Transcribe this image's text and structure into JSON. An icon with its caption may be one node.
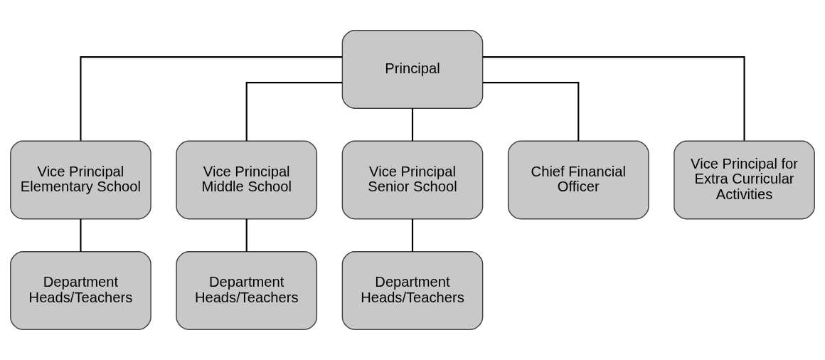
{
  "diagram": {
    "nodes": [
      {
        "text": [
          "Principal"
        ]
      },
      {
        "text": [
          "Vice Principal Elementary School"
        ]
      },
      {
        "text": [
          "Vice Principal Middle School"
        ]
      },
      {
        "text": [
          "Vice Principal Senior School"
        ]
      },
      {
        "text": [
          "Chief Financial Officer"
        ]
      },
      {
        "text": [
          "Vice Principal for Extra Curricular Activities"
        ]
      },
      {
        "text": [
          "Department Heads/Teachers"
        ]
      },
      {
        "text": [
          "Department Heads/Teachers"
        ]
      },
      {
        "text": [
          "Department Heads/Teachers"
        ]
      }
    ],
    "edges": [
      {
        "from": 0,
        "to": 1,
        "arrow": "none"
      },
      {
        "from": 0,
        "to": 2,
        "arrow": "none"
      },
      {
        "from": 0,
        "to": 3,
        "arrow": "none"
      },
      {
        "from": 0,
        "to": 4,
        "arrow": "none"
      },
      {
        "from": 0,
        "to": 5,
        "arrow": "none"
      },
      {
        "from": 1,
        "to": 6,
        "arrow": "none"
      },
      {
        "from": 2,
        "to": 7,
        "arrow": "none"
      },
      {
        "from": 3,
        "to": 8,
        "arrow": "none"
      }
    ]
  }
}
